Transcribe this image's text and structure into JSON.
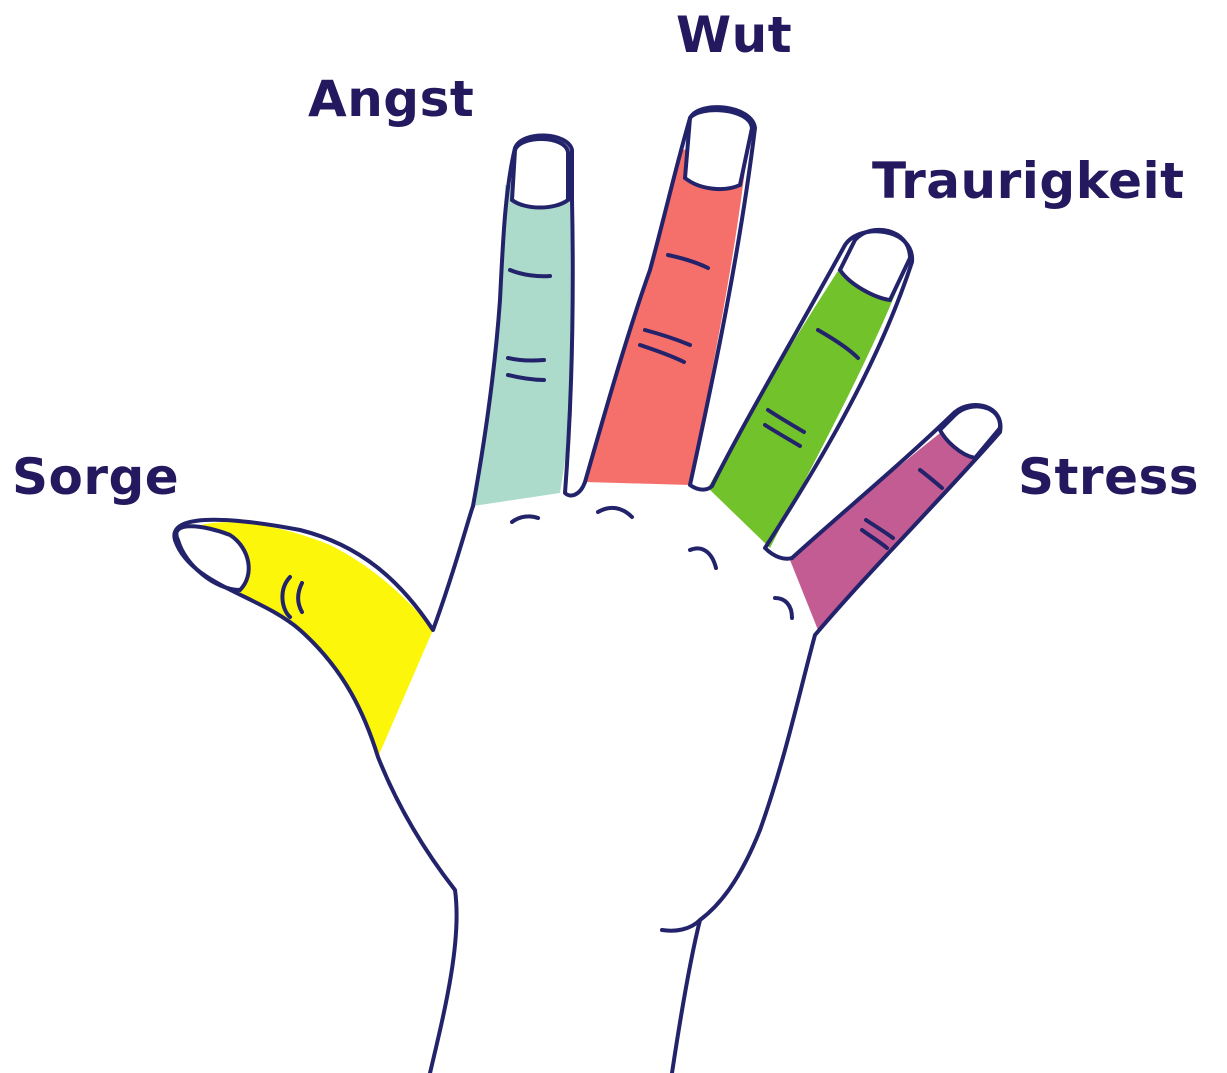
{
  "labels": {
    "sorge": "Sorge",
    "angst": "Angst",
    "wut": "Wut",
    "traurigkeit": "Traurigkeit",
    "stress": "Stress"
  },
  "colors": {
    "background": "#ffffff",
    "outline": "#23236b",
    "label_text": "#24185e",
    "sorge": "#fcf60b",
    "angst": "#acdbcb",
    "wut": "#f56f6b",
    "traurigkeit": "#72c22b",
    "stress": "#c35c92",
    "nail": "#ffffff"
  }
}
